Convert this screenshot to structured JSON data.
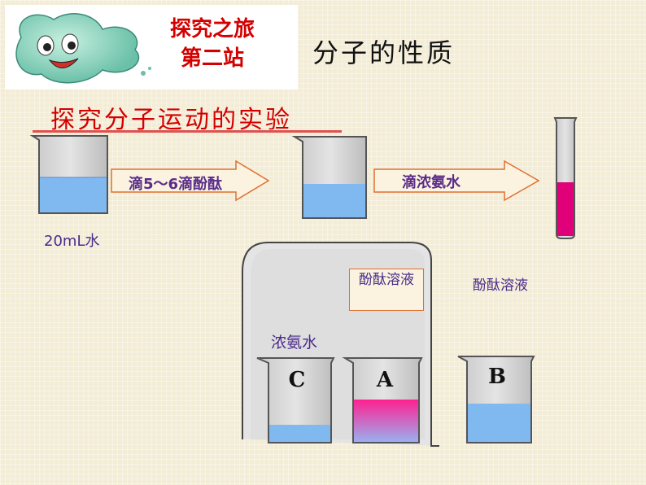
{
  "header": {
    "station_line1": "探究之旅",
    "station_line2": "第二站",
    "slide_title": "分子的性质"
  },
  "experiment": {
    "title": "探究分子运动的实验",
    "start_label": "20mL水",
    "arrow1_label": "滴5～6滴酚酞",
    "arrow2_label": "滴浓氨水"
  },
  "setup": {
    "phenolphthalein_box": "酚酞溶液",
    "phenolphthalein_outside": "酚酞溶液",
    "ammonia_label": "浓氨水",
    "beaker_c": "C",
    "beaker_a": "A",
    "beaker_b": "B"
  },
  "colors": {
    "water": "#80b8f0",
    "pink": "#e0007a",
    "title_red": "#d40000",
    "label_purple": "#4a2a8a"
  }
}
